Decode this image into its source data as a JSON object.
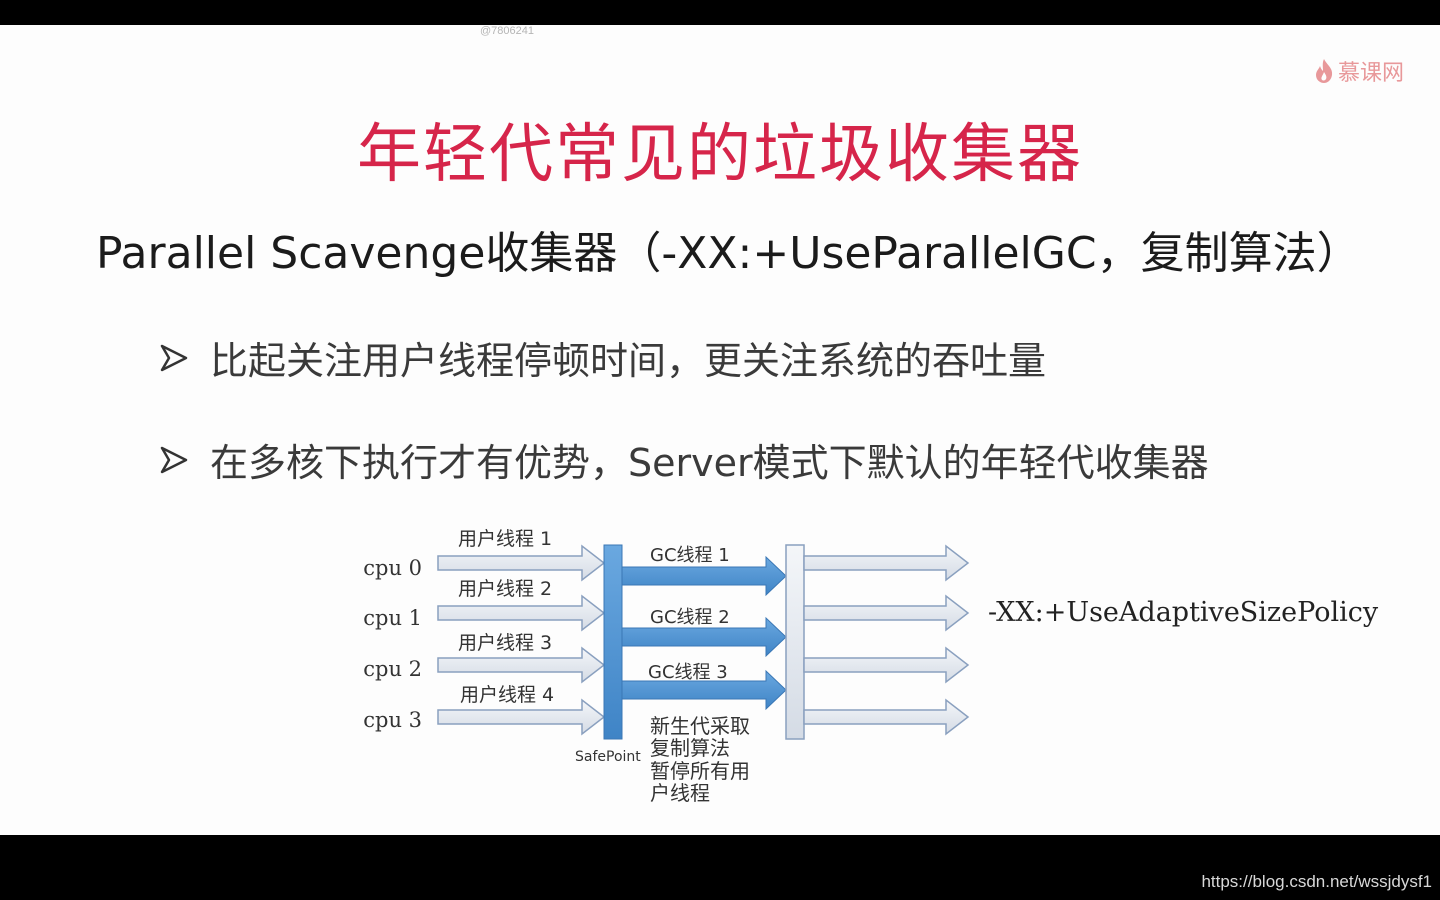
{
  "watermark_top": "@7806241",
  "logo": {
    "icon": "flame-icon",
    "text": "慕课网",
    "color": "#e8989a"
  },
  "title": "年轻代常见的垃圾收集器",
  "subtitle": "Parallel Scavenge收集器（-XX:+UseParallelGC，复制算法）",
  "bullets": [
    {
      "text": "比起关注用户线程停顿时间，更关注系统的吞吐量"
    },
    {
      "text": "在多核下执行才有优势，Server模式下默认的年轻代收集器"
    }
  ],
  "diagram": {
    "cpus": [
      "cpu 0",
      "cpu 1",
      "cpu 2",
      "cpu 3"
    ],
    "user_threads": [
      "用户线程 1",
      "用户线程 2",
      "用户线程 3",
      "用户线程 4"
    ],
    "gc_threads": [
      "GC线程 1",
      "GC线程 2",
      "GC线程 3"
    ],
    "safepoint_label": "SafePoint",
    "note_lines": [
      "新生代采取",
      "复制算法",
      "暂停所有用",
      "户线程"
    ],
    "policy_label": "-XX:+UseAdaptiveSizePolicy"
  },
  "colors": {
    "title": "#d6254a",
    "blue": "#5b9bd5",
    "arrow_fill": "#e3e8f0",
    "arrow_stroke": "#8aa0bf"
  },
  "footer_url": "https://blog.csdn.net/wssjdysf1"
}
